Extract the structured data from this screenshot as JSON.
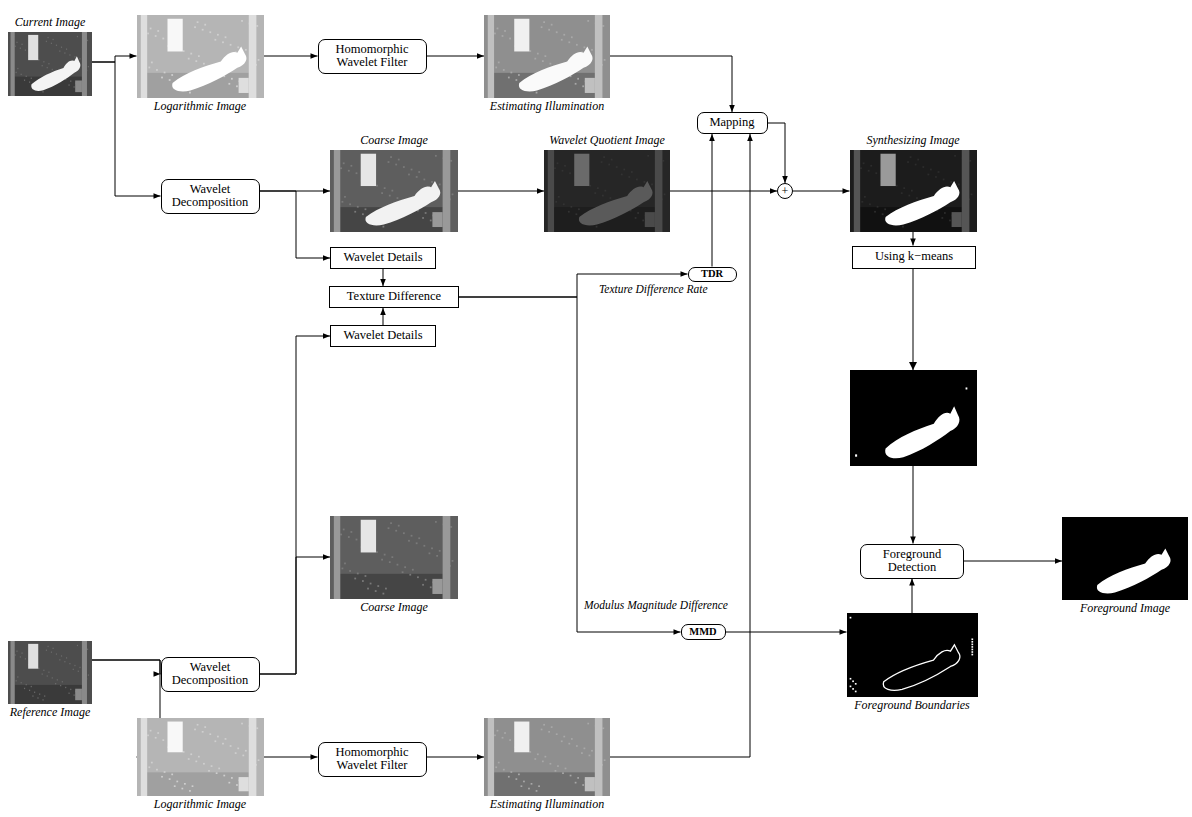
{
  "diagram": {
    "nodes": [
      {
        "text": [
          "Current Image"
        ]
      },
      {
        "text": [
          "Logarithmic Image"
        ]
      },
      {
        "text": [
          "Homomorphic Wavelet Filter"
        ]
      },
      {
        "text": [
          "Estimating Illumination"
        ]
      },
      {
        "text": [
          "Mapping"
        ]
      },
      {
        "text": [
          "Coarse Image"
        ]
      },
      {
        "text": [
          "Wavelet Quotient Image"
        ]
      },
      {
        "text": [
          "+"
        ]
      },
      {
        "text": [
          "Synthesizing Image"
        ]
      },
      {
        "text": [
          "Wavelet Decomposition"
        ]
      },
      {
        "text": [
          "Wavelet Details"
        ]
      },
      {
        "text": [
          "Using k−means"
        ]
      },
      {
        "text": [
          "TDR"
        ]
      },
      {
        "text": [
          "Texture Difference"
        ]
      },
      {
        "text": [
          "Wavelet Details"
        ]
      },
      {
        "text": [
          "Foreground Detection"
        ]
      },
      {
        "text": [
          "Foreground Image"
        ]
      },
      {
        "text": [
          "Coarse Image"
        ]
      },
      {
        "text": [
          "MMD"
        ]
      },
      {
        "text": [
          "Foreground Boundaries"
        ]
      },
      {
        "text": [
          "Reference Image"
        ]
      },
      {
        "text": [
          "Wavelet Decomposition"
        ]
      },
      {
        "text": [
          "Logarithmic Image"
        ]
      },
      {
        "text": [
          "Homomorphic Wavelet Filter"
        ]
      },
      {
        "text": [
          "Estimating Illumination"
        ]
      }
    ],
    "edges": [
      {
        "from": 0,
        "to": 1,
        "arrow": "to"
      },
      {
        "from": 0,
        "to": 9,
        "arrow": "to"
      },
      {
        "from": 1,
        "to": 2,
        "arrow": "to"
      },
      {
        "from": 2,
        "to": 3,
        "arrow": "to"
      },
      {
        "from": 3,
        "to": 4,
        "arrow": "to"
      },
      {
        "from": 4,
        "to": 7,
        "arrow": "to"
      },
      {
        "from": 6,
        "to": 7,
        "arrow": "to"
      },
      {
        "from": 7,
        "to": 8,
        "arrow": "to"
      },
      {
        "from": 12,
        "to": 4,
        "arrow": "to"
      },
      {
        "from": 24,
        "to": 4,
        "arrow": "to"
      },
      {
        "from": 9,
        "to": 5,
        "arrow": "to"
      },
      {
        "from": 9,
        "to": 10,
        "arrow": "to"
      },
      {
        "from": 5,
        "to": 6,
        "arrow": "to"
      },
      {
        "from": 10,
        "to": 13,
        "arrow": "to"
      },
      {
        "from": 14,
        "to": 13,
        "arrow": "to"
      },
      {
        "from": 13,
        "to": 12,
        "arrow": "to"
      },
      {
        "from": 13,
        "to": 18,
        "arrow": "to"
      },
      {
        "from": 18,
        "to": 19,
        "arrow": "to"
      },
      {
        "from": 8,
        "to": 11,
        "arrow": "to"
      },
      {
        "from": 11,
        "to": 15,
        "arrow": "to"
      },
      {
        "from": 19,
        "to": 15,
        "arrow": "to"
      },
      {
        "from": 15,
        "to": 16,
        "arrow": "to"
      },
      {
        "from": 20,
        "to": 21,
        "arrow": "to"
      },
      {
        "from": 20,
        "to": 22,
        "arrow": "to"
      },
      {
        "from": 21,
        "to": 14,
        "arrow": "to"
      },
      {
        "from": 21,
        "to": 17,
        "arrow": "to"
      },
      {
        "from": 22,
        "to": 23,
        "arrow": "to"
      },
      {
        "from": 23,
        "to": 24,
        "arrow": "to"
      }
    ],
    "labels": [
      "Texture Difference Rate",
      "Modulus Magnitude Difference"
    ]
  }
}
